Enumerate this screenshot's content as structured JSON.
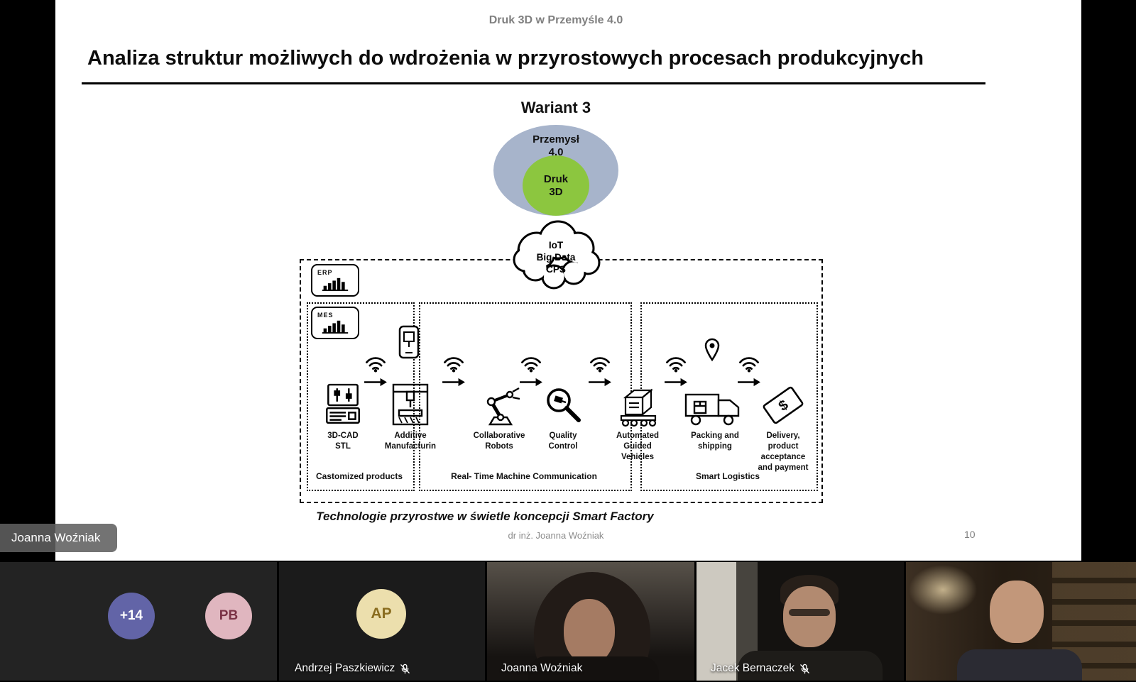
{
  "slide": {
    "header_note": "Druk 3D w Przemyśle 4.0",
    "title": "Analiza struktur możliwych do wdrożenia w przyrostowych procesach produkcyjnych",
    "variant": "Wariant 3",
    "venn": {
      "outer_label": "Przemysł\n4.0",
      "inner_label": "Druk\n3D",
      "outer_color": "#a7b4cb",
      "inner_color": "#8cc63f"
    },
    "cloud_lines": [
      "IoT",
      "Big Data",
      "CPS"
    ],
    "erp_label": "ERP",
    "mes_label": "MES",
    "flow": [
      {
        "label": "3D-CAD\nSTL",
        "icon": "cad-workstation-icon"
      },
      {
        "label": "Additive\nManufacturin",
        "icon": "3d-printer-icon"
      },
      {
        "label": "Collaborative\nRobots",
        "icon": "robot-arm-icon"
      },
      {
        "label": "Quality\nControl",
        "icon": "magnifier-icon"
      },
      {
        "label": "Automated\nGuided\nVehicles",
        "icon": "agv-icon"
      },
      {
        "label": "Packing and\nshipping",
        "icon": "delivery-truck-icon"
      },
      {
        "label": "Delivery,\nproduct\nacceptance\nand payment",
        "icon": "payment-icon"
      }
    ],
    "section_labels": [
      "Castomized products",
      "Real- Time Machine Communication",
      "Smart Logistics"
    ],
    "caption": "Technologie przyrostwe w świetle koncepcji Smart Factory",
    "footer_author": "dr inż. Joanna Woźniak",
    "page_number": "10",
    "presenter_tag": "Joanna Woźniak"
  },
  "call": {
    "tiles": [
      {
        "type": "avatars",
        "avatars": [
          {
            "initials": "+14",
            "bg": "#6264a7",
            "fg": "#ffffff"
          },
          {
            "initials": "PB",
            "bg": "#e0b6bf",
            "fg": "#7a3245"
          }
        ]
      },
      {
        "type": "avatar",
        "name": "Andrzej Paszkiewicz",
        "muted": true,
        "avatar": {
          "initials": "AP",
          "bg": "#ecdfad",
          "fg": "#8a6d1f"
        }
      },
      {
        "type": "video",
        "name": "Joanna Woźniak",
        "muted": false
      },
      {
        "type": "video",
        "name": "Jacek Bernaczek",
        "muted": true
      },
      {
        "type": "video"
      }
    ]
  }
}
